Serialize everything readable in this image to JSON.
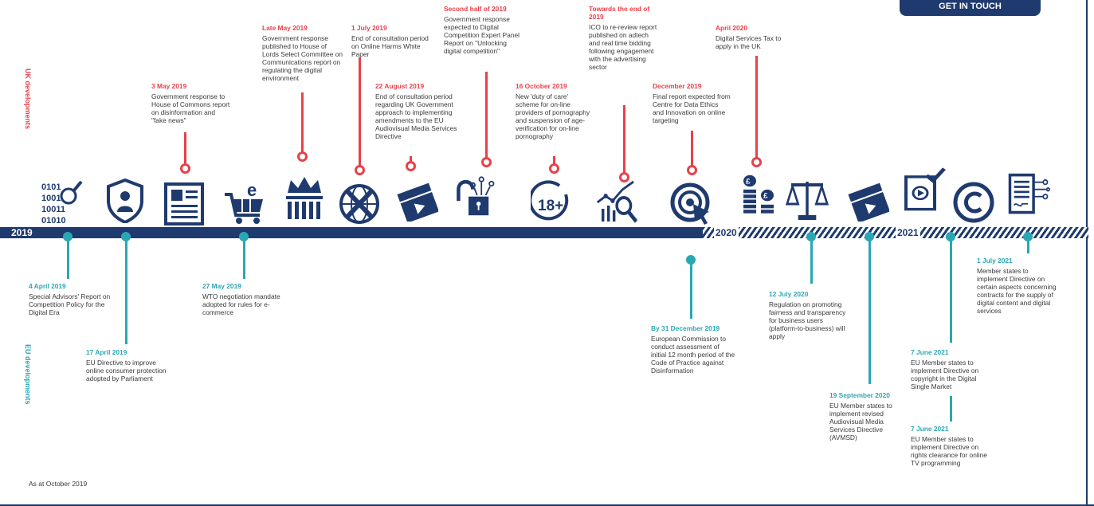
{
  "header": {
    "cta_label": "GET IN TOUCH"
  },
  "side_labels": {
    "uk": "UK developments",
    "eu": "EU developments"
  },
  "years": {
    "y2019": "2019",
    "y2020": "2020",
    "y2021": "2021"
  },
  "footer": "As at October 2019",
  "colors": {
    "navy": "#1f3a6e",
    "uk_red": "#e8414a",
    "eu_teal": "#2aa7b4"
  },
  "uk_events": [
    {
      "date": "3 May 2019",
      "text": "Government response to House of Commons report on disinformation and \"fake news\""
    },
    {
      "date": "Late May 2019",
      "text": "Government response published to House of Lords Select Committee on Communications report on regulating the digital environment"
    },
    {
      "date": "1 July 2019",
      "text": "End of consultation period on Online Harms White Paper"
    },
    {
      "date": "22 August 2019",
      "text": "End of consultation period regarding UK Government approach to implementing amendments to the EU Audiovisual Media Services Directive"
    },
    {
      "date": "Second half of 2019",
      "text": "Government response expected to Digital Competition Expert Panel Report on \"Unlocking digital competition\""
    },
    {
      "date": "16 October 2019",
      "text": "New 'duty of care' scheme for on-line providers of pornography and suspension of age-verification for on-line pornography"
    },
    {
      "date": "Towards the end of 2019",
      "text": "ICO to re-review report published on adtech and real time bidding following engagement with the advertising sector"
    },
    {
      "date": "December 2019",
      "text": "Final report expected from Centre for Data Ethics and Innovation on online targeting"
    },
    {
      "date": "April 2020",
      "text": "Digital Services Tax to apply in the UK"
    }
  ],
  "eu_events": [
    {
      "date": "4 April 2019",
      "text": "Special Advisors' Report on Competition Policy for the Digital Era"
    },
    {
      "date": "17 April 2019",
      "text": "EU Directive to improve online consumer protection adopted by Parliament"
    },
    {
      "date": "27 May 2019",
      "text": "WTO negotiation mandate adopted for rules for e-commerce"
    },
    {
      "date": "By 31 December 2019",
      "text": "European Commission to conduct assessment of initial 12 month period of the Code of Practice against Disinformation"
    },
    {
      "date": "12 July 2020",
      "text": "Regulation on promoting fairness and transparency for business users (platform-to-business) will apply"
    },
    {
      "date": "19 September 2020",
      "text": "EU Member states to implement revised Audiovisual Media Services Directive (AVMSD)"
    },
    {
      "date": "7 June 2021",
      "text": "EU Member states to implement Directive on copyright in the Digital Single Market"
    },
    {
      "date": "7 June 2021",
      "text": "EU Member states to implement Directive on rights clearance for online TV programming"
    },
    {
      "date": "1 July 2021",
      "text": "Member states to implement Directive on certain aspects concerning contracts for the supply of digital content and digital services"
    }
  ],
  "icons": {
    "binary_text": [
      "0101",
      "1001",
      "10011",
      "01010"
    ],
    "age_label": "18+",
    "currency_symbol": "£"
  }
}
